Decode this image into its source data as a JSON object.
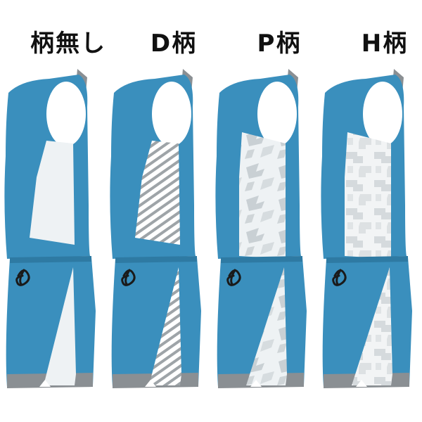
{
  "labels": [
    "柄無し",
    "D柄",
    "P柄",
    "H柄"
  ],
  "colors": {
    "body_blue": "#3a8fbd",
    "side_light": "#e6eef2",
    "stripe_gray": "#9ea4a8",
    "hem_gray": "#8a8f93",
    "logo_black": "#1a1a1a",
    "white": "#ffffff"
  }
}
